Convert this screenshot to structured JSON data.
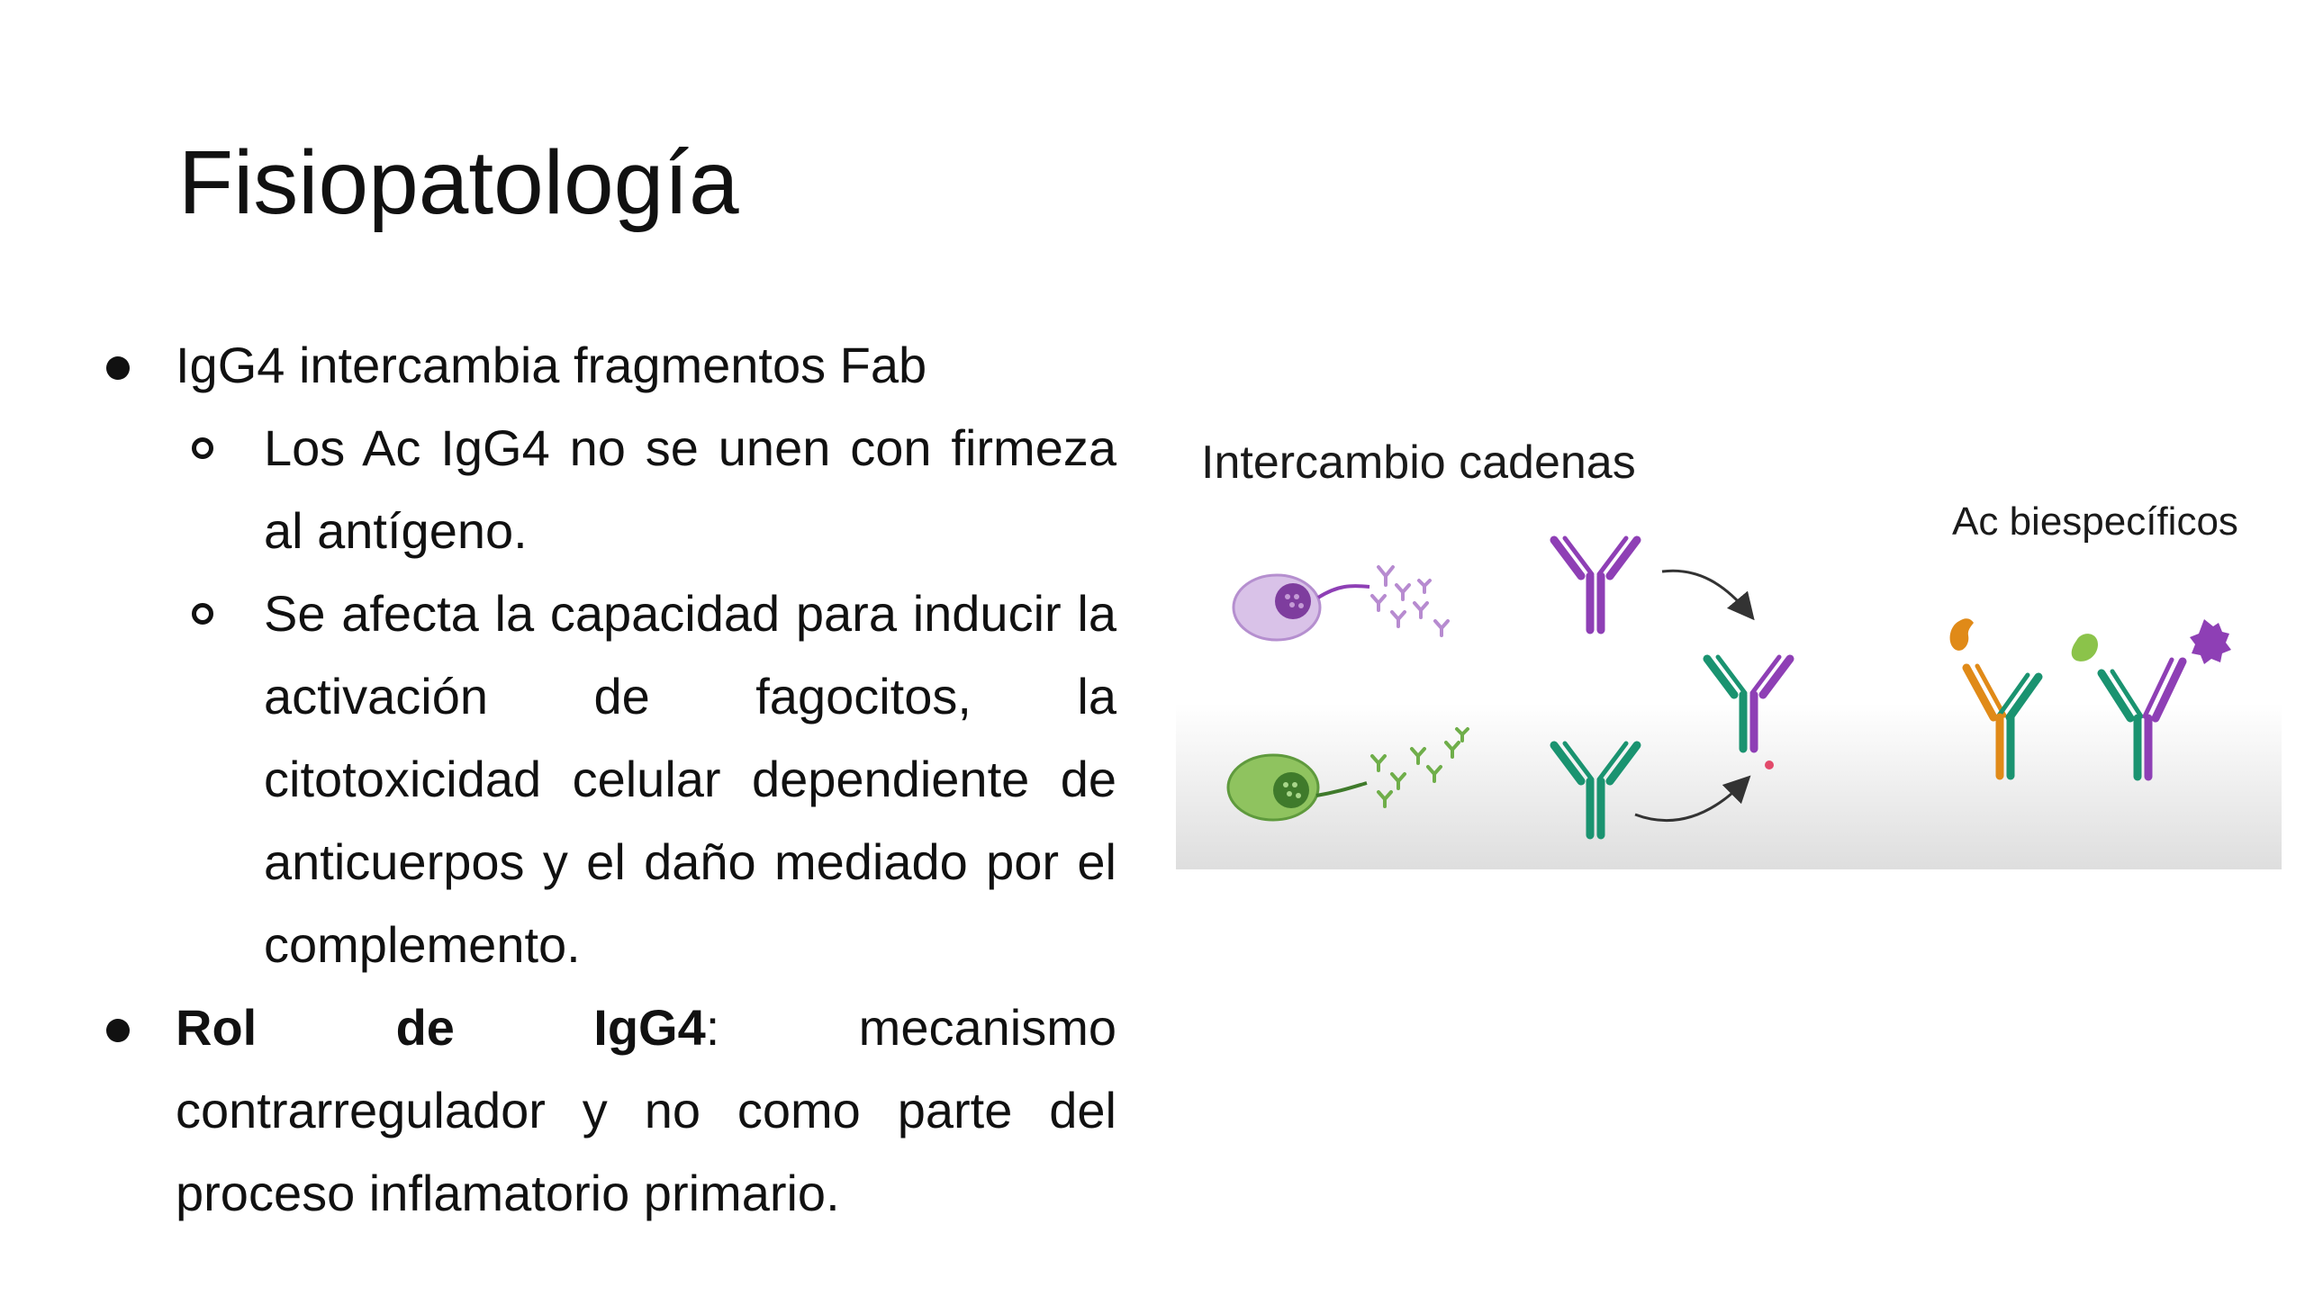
{
  "slide": {
    "title": "Fisiopatología"
  },
  "bullets": [
    {
      "text": "IgG4 intercambia fragmentos Fab",
      "subitems": [
        "Los Ac IgG4 no se unen con firmeza al antígeno.",
        "Se afecta la capacidad para inducir la activación de fagocitos, la citotoxicidad celular dependiente de anticuerpos y el daño mediado por el complemento."
      ]
    },
    {
      "bold": "Rol de IgG4",
      "colon": ":",
      "text": " mecanismo contrarregulador y no como parte del proceso inflamatorio primario."
    }
  ],
  "figure": {
    "label_left": "Intercambio cadenas",
    "label_right": "Ac biespecíficos",
    "colors": {
      "purple": "#8e3fb5",
      "green": "#1a9370",
      "orange": "#e08a18",
      "light_green": "#8bc34a",
      "cell_purple": "#c39ad8",
      "cell_green": "#6fae4a"
    }
  }
}
